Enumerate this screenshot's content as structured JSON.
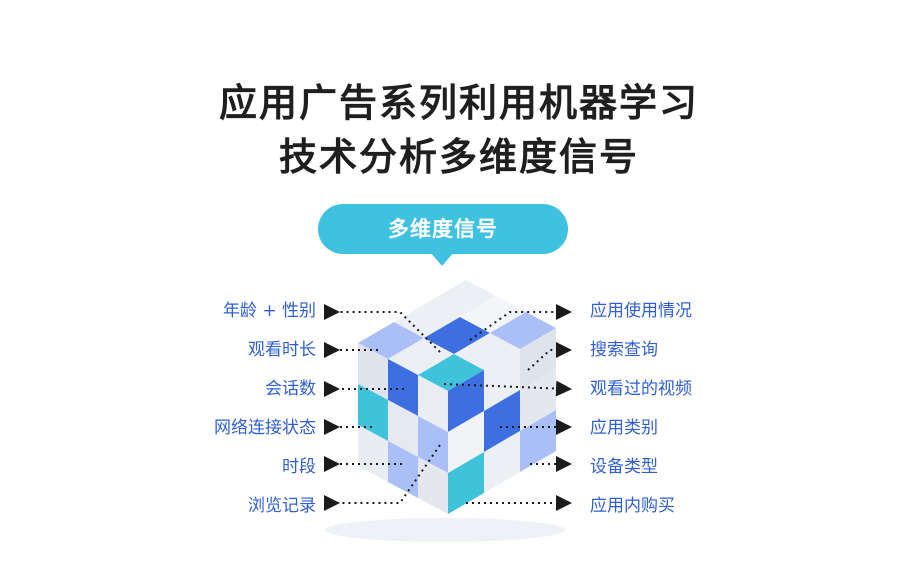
{
  "title": {
    "line1": "应用广告系列利用机器学习",
    "line2": "技术分析多维度信号"
  },
  "bubble": {
    "label": "多维度信号"
  },
  "signals": {
    "left": [
      "年龄 + 性别",
      "观看时长",
      "会话数",
      "网络连接状态",
      "时段",
      "浏览记录"
    ],
    "right": [
      "应用使用情况",
      "搜索查询",
      "观看过的视频",
      "应用类别",
      "设备类型",
      "应用内购买"
    ]
  },
  "colors": {
    "accent": "#3fc1e0",
    "label_blue": "#2f5fd6",
    "cube_blue": "#3d6fe0",
    "cube_light_blue": "#a9bff5",
    "cube_teal": "#3ec3da",
    "cube_white": "#f2f4f7"
  }
}
